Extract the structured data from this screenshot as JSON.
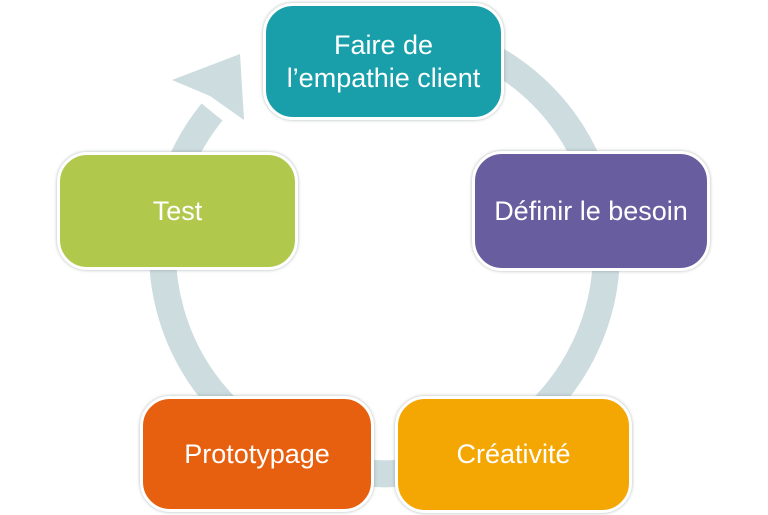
{
  "diagram": {
    "type": "cycle",
    "background": "#ffffff",
    "arrow_color": "#ccdcdf",
    "text_color": "#ffffff",
    "steps": [
      {
        "id": "empathie",
        "label": "Faire de l’empathie client",
        "color": "#189faa",
        "position": "top"
      },
      {
        "id": "definir",
        "label": "Définir le besoin",
        "color": "#685d9f",
        "position": "right"
      },
      {
        "id": "creativite",
        "label": "Créativité",
        "color": "#f4a603",
        "position": "bottom-right"
      },
      {
        "id": "prototypage",
        "label": "Prototypage",
        "color": "#e7600f",
        "position": "bottom-left"
      },
      {
        "id": "test",
        "label": "Test",
        "color": "#b0c94d",
        "position": "left"
      }
    ]
  }
}
